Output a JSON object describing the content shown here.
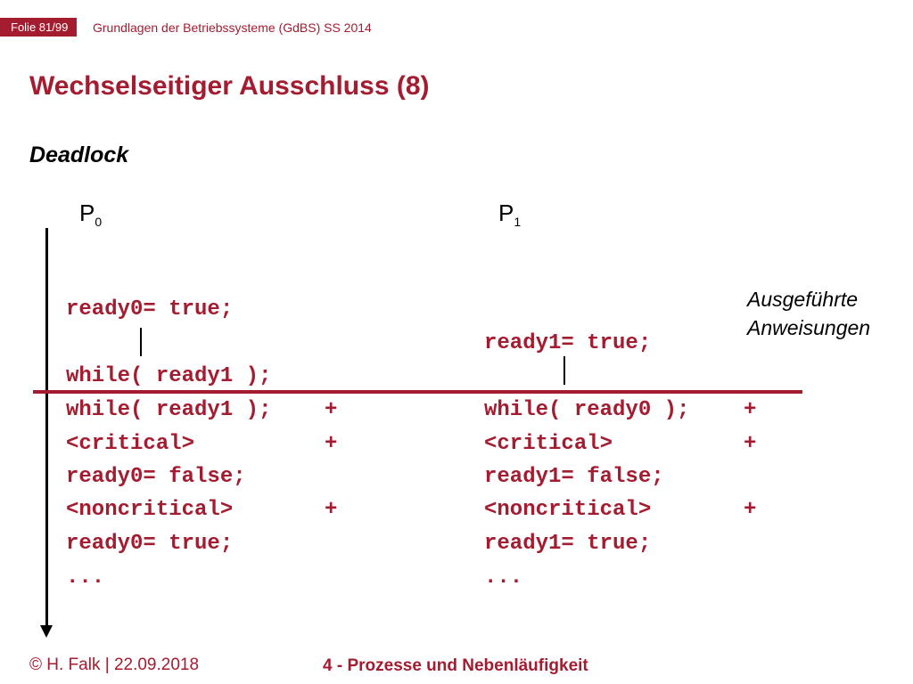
{
  "header": {
    "slide_counter": "Folie 81/99",
    "course": "Grundlagen der Betriebssysteme (GdBS) SS 2014"
  },
  "title": "Wechselseitiger Ausschluss (8)",
  "subtitle": "Deadlock",
  "p0": {
    "label": "P",
    "sub": "0",
    "lines": [
      "ready0= true;",
      "while( ready1 );",
      "while( ready1 );",
      "<critical>",
      "ready0= false;",
      "<noncritical>",
      "ready0= true;",
      "..."
    ]
  },
  "p1": {
    "label": "P",
    "sub": "1",
    "lines": [
      "ready1= true;",
      "while( ready0 );",
      "<critical>",
      "ready1= false;",
      "<noncritical>",
      "ready1= true;",
      "..."
    ]
  },
  "plus_marker": "+",
  "annotation": {
    "line1": "Ausgeführte",
    "line2": "Anweisungen"
  },
  "footer": {
    "author": "© H. Falk | 22.09.2018",
    "chapter": "4 - Prozesse und Nebenläufigkeit"
  },
  "colors": {
    "accent": "#a31c30",
    "text": "#000000"
  }
}
